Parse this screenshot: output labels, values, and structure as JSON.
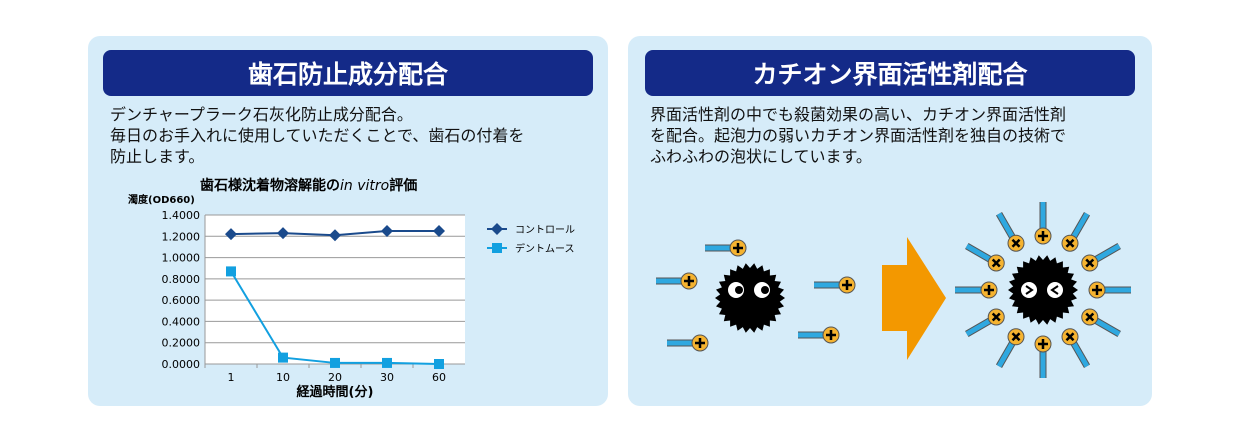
{
  "left": {
    "title": "歯石防止成分配合",
    "lines": [
      "デンチャープラーク石灰化防止成分配合。",
      "毎日のお手入れに使用していただくことで、歯石の付着を",
      "防止します。"
    ]
  },
  "right": {
    "title": "カチオン界面活性剤配合",
    "lines": [
      "界面活性剤の中でも殺菌効果の高い、カチオン界面活性剤",
      "を配合。起泡力の弱いカチオン界面活性剤を独自の技術で",
      "ふわふわの泡状にしています。"
    ]
  },
  "colors": {
    "panel": "#d6ecf9",
    "header": "#142a88",
    "control": "#1a4a8c",
    "dentmousse": "#12a0e0",
    "arrow": "#f39800",
    "plus": "#f5b330"
  },
  "chart_data": {
    "type": "line",
    "title_main": "歯石様沈着物溶解能の",
    "title_italic": "in vitro",
    "title_end": "評価",
    "ylabel": "濁度(OD660)",
    "xlabel": "経過時間(分)",
    "categories": [
      "1",
      "10",
      "20",
      "30",
      "60"
    ],
    "ylim": [
      0,
      1.4
    ],
    "yticks": [
      "0.0000",
      "0.2000",
      "0.4000",
      "0.6000",
      "0.8000",
      "1.0000",
      "1.2000",
      "1.4000"
    ],
    "grid": true,
    "legend": "right",
    "series": [
      {
        "name": "コントロール",
        "marker": "diamond",
        "values": [
          1.22,
          1.23,
          1.21,
          1.25,
          1.25
        ]
      },
      {
        "name": "デントムース",
        "marker": "square",
        "values": [
          0.87,
          0.06,
          0.01,
          0.01,
          0.0
        ]
      }
    ]
  }
}
